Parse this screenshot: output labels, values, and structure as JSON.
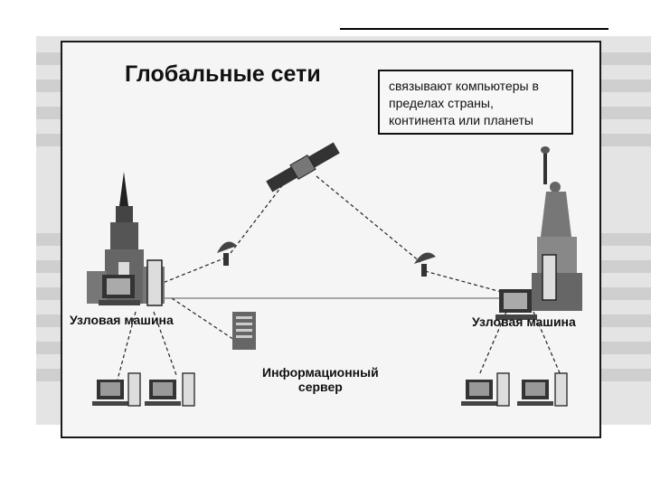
{
  "diagram": {
    "title": "Глобальные сети",
    "note": "связывают компьютеры в\nпределах страны,\nконтинента или планеты",
    "labels": {
      "node_left": "Узловая машина",
      "node_right": "Узловая машина",
      "server": "Информационный\nсервер"
    }
  }
}
